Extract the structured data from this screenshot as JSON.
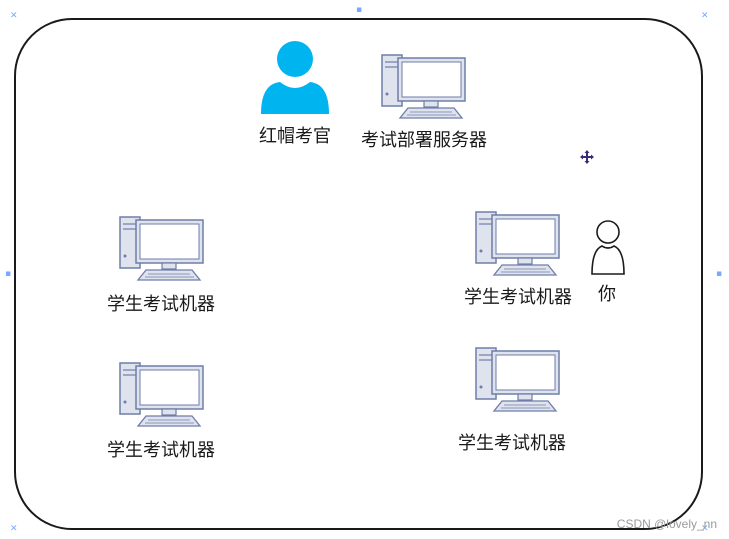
{
  "diagram": {
    "nodes": {
      "examiner": {
        "label": "红帽考官",
        "icon": "person-icon",
        "color": "#00b4ef"
      },
      "server": {
        "label": "考试部署服务器",
        "icon": "computer-icon"
      },
      "student_left_top": {
        "label": "学生考试机器",
        "icon": "computer-icon"
      },
      "student_right_top": {
        "label": "学生考试机器",
        "icon": "computer-icon"
      },
      "student_left_bottom": {
        "label": "学生考试机器",
        "icon": "computer-icon"
      },
      "student_right_bottom": {
        "label": "学生考试机器",
        "icon": "computer-icon"
      },
      "you": {
        "label": "你",
        "icon": "person-outline-icon"
      }
    },
    "watermark": "CSDN @lovely_nn"
  },
  "colors": {
    "computer_body": "#dfe3ee",
    "computer_stroke": "#6f7ea8",
    "frame_stroke": "#1a1a1a",
    "selection_handle": "#7aa7ff"
  }
}
